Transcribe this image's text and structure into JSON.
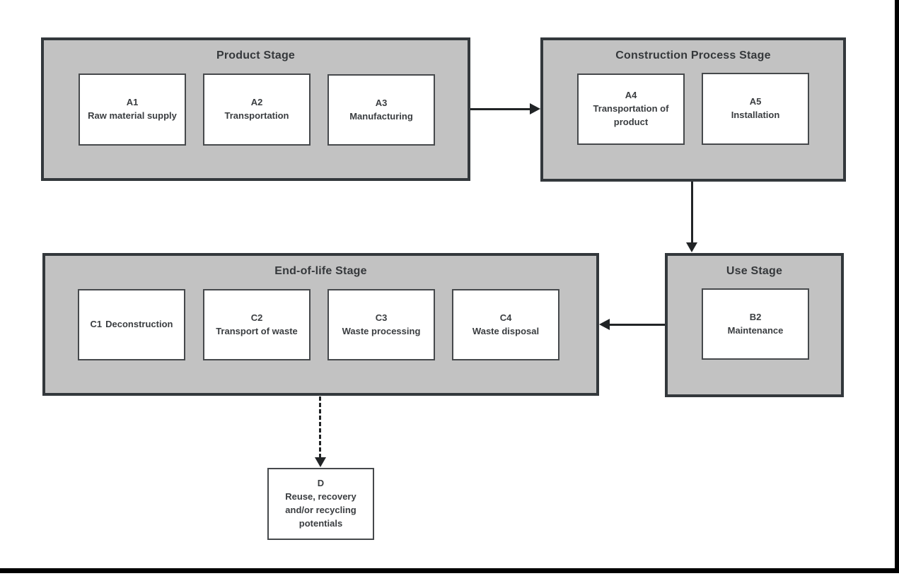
{
  "colors": {
    "stage_fill": "#c2c2c2",
    "stage_border": "#33383c",
    "box_fill": "#ffffff",
    "box_border": "#46494c",
    "arrow": "#212426",
    "text": "#3a3d40",
    "frame": "#000000"
  },
  "stages": {
    "product": {
      "title": "Product Stage",
      "boxes": [
        {
          "code": "A1",
          "label": "Raw material supply"
        },
        {
          "code": "A2",
          "label": "Transportation"
        },
        {
          "code": "A3",
          "label": "Manufacturing"
        }
      ]
    },
    "construction": {
      "title": "Construction Process Stage",
      "boxes": [
        {
          "code": "A4",
          "label": "Transportation of product"
        },
        {
          "code": "A5",
          "label": "Installation"
        }
      ]
    },
    "use": {
      "title": "Use Stage",
      "boxes": [
        {
          "code": "B2",
          "label": "Maintenance"
        }
      ]
    },
    "end_of_life": {
      "title": "End-of-life Stage",
      "boxes": [
        {
          "code": "C1",
          "label": "Deconstruction"
        },
        {
          "code": "C2",
          "label": "Transport of waste"
        },
        {
          "code": "C3",
          "label": "Waste processing"
        },
        {
          "code": "C4",
          "label": "Waste disposal"
        }
      ]
    }
  },
  "output_box": {
    "code": "D",
    "label": "Reuse, recovery and/or recycling potentials"
  }
}
